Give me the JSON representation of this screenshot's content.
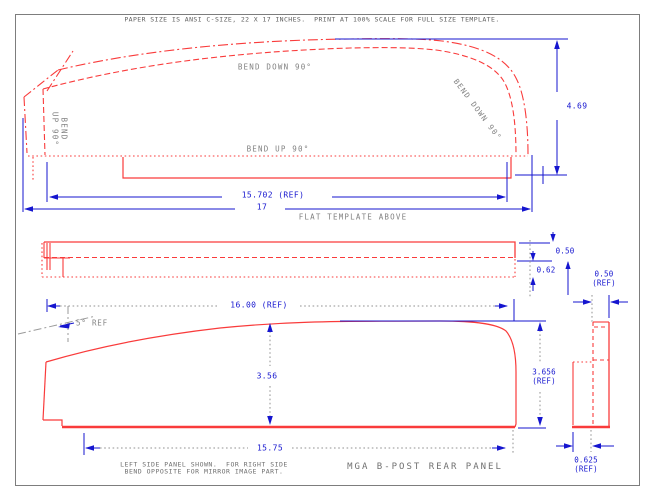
{
  "notes": {
    "paper": "PAPER SIZE IS ANSI C-SIZE, 22 X 17 INCHES.  PRINT AT 100% SCALE FOR FULL SIZE TEMPLATE."
  },
  "flat_template": {
    "bend_down_top": "BEND DOWN 90°",
    "bend_down_right": "BEND DOWN 90°",
    "bend_up_left_line1": "BEND",
    "bend_up_left_line2": "UP 90°",
    "bend_up_bottom": "BEND UP 90°",
    "dim_height": "4.69",
    "dim_ref_width": "15.702 (REF)",
    "dim_total_width": "17",
    "caption": "FLAT TEMPLATE ABOVE"
  },
  "strip_view": {
    "dim_flange_top": "0.50",
    "dim_flange_bottom": "0.62"
  },
  "side_view_top": {
    "dim_line1": "0.50",
    "dim_line2": "(REF)"
  },
  "profile_view": {
    "dim_top_width": "16.00 (REF)",
    "angle_ref": "5° REF",
    "dim_mid_height": "3.56",
    "dim_bottom_width": "15.75",
    "dim_right_line1": "3.656",
    "dim_right_line2": "(REF)"
  },
  "side_view_bottom": {
    "dim_line1": "0.625",
    "dim_line2": "(REF)"
  },
  "footer": {
    "note_line1": "LEFT SIDE PANEL SHOWN.  FOR RIGHT SIDE",
    "note_line2": "BEND OPPOSITE FOR MIRROR IMAGE PART.",
    "title": "MGA B-POST REAR PANEL"
  },
  "colors": {
    "line_red": "#f93b3b",
    "dimension_blue": "#1515cf",
    "annotation_gray": "#828282",
    "extension_gray": "#909090"
  }
}
